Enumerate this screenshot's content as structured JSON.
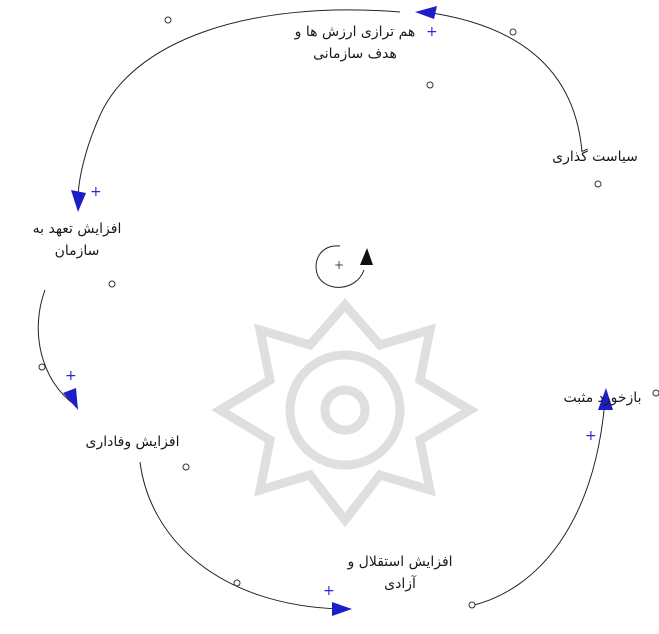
{
  "nodes": {
    "values_alignment": {
      "line1": "هم ترازی ارزش ها و",
      "line2": "هدف سازمانی"
    },
    "policy_making": {
      "line1": "سیاست گذاری"
    },
    "commitment": {
      "line1": "افزایش تعهد به",
      "line2": "سازمان"
    },
    "loyalty": {
      "line1": "افزایش وفاداری"
    },
    "independence": {
      "line1": "افزایش استقلال و",
      "line2": "آزادی"
    },
    "positive_feedback": {
      "line1": "بازخورد مثبت"
    }
  },
  "link_polarity": {
    "to_values_alignment": "+",
    "to_commitment": "+",
    "to_loyalty": "+",
    "to_independence": "+",
    "to_positive_feedback": "+"
  },
  "loop": {
    "polarity": "+"
  },
  "colors": {
    "arrow": "#1e1ec8",
    "line": "#222222",
    "watermark": "#d9d9d9"
  }
}
